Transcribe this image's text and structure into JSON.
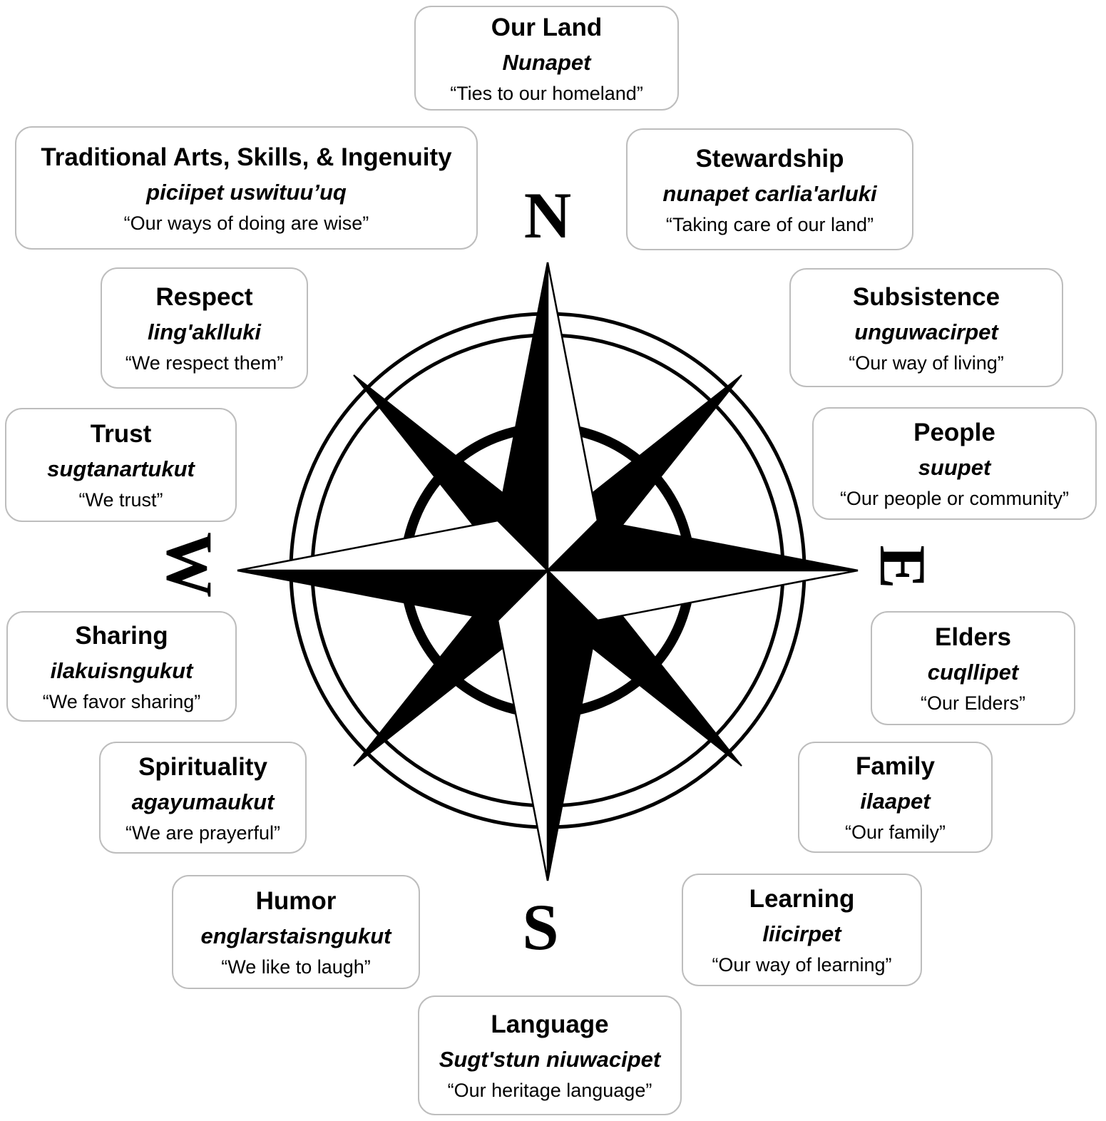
{
  "directions": {
    "north": "N",
    "south": "S",
    "east": "E",
    "west": "W"
  },
  "values": {
    "our_land": {
      "title": "Our Land",
      "native": "Nunapet",
      "translation": "“Ties to our homeland”"
    },
    "traditional_arts": {
      "title": "Traditional Arts, Skills, & Ingenuity",
      "native": "piciipet uswituu’uq",
      "translation": "“Our ways of doing are wise”"
    },
    "stewardship": {
      "title": "Stewardship",
      "native": "nunapet carlia'arluki",
      "translation": "“Taking care of our land”"
    },
    "respect": {
      "title": "Respect",
      "native": "ling'aklluki",
      "translation": "“We respect them”"
    },
    "subsistence": {
      "title": "Subsistence",
      "native": "unguwacirpet",
      "translation": "“Our way of living”"
    },
    "trust": {
      "title": "Trust",
      "native": "sugtanartukut",
      "translation": "“We trust”"
    },
    "people": {
      "title": "People",
      "native": "suupet",
      "translation": "“Our people or community”"
    },
    "sharing": {
      "title": "Sharing",
      "native": "ilakuisngukut",
      "translation": "“We favor sharing”"
    },
    "elders": {
      "title": "Elders",
      "native": "cuqllipet",
      "translation": "“Our Elders”"
    },
    "spirituality": {
      "title": "Spirituality",
      "native": "agayumaukut",
      "translation": "“We are prayerful”"
    },
    "family": {
      "title": "Family",
      "native": "ilaapet",
      "translation": "“Our family”"
    },
    "humor": {
      "title": "Humor",
      "native": "englarstaisngukut",
      "translation": "“We like to laugh”"
    },
    "learning": {
      "title": "Learning",
      "native": "liicirpet",
      "translation": "“Our way of learning”"
    },
    "language": {
      "title": "Language",
      "native": "Sugt'stun niuwacipet",
      "translation": "“Our heritage language”"
    }
  }
}
